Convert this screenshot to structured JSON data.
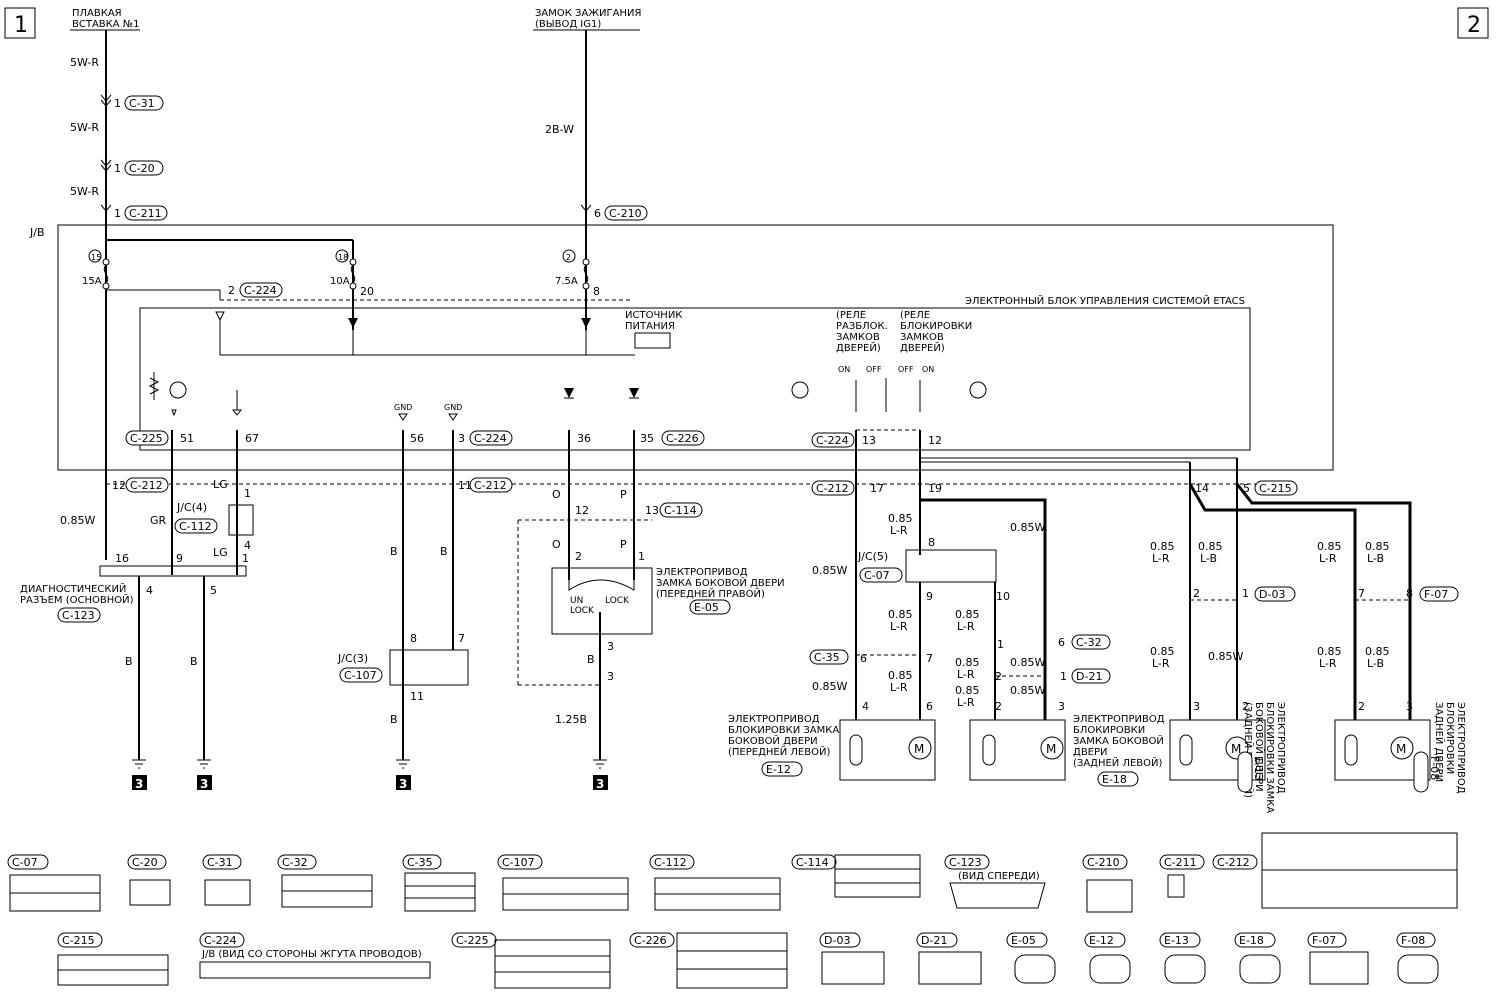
{
  "sheets": {
    "left": "1",
    "right": "2"
  },
  "top": {
    "fuse_link": "ПЛАВКАЯ\nВСТАВКА №1",
    "ignition": "ЗАМОК ЗАЖИГАНИЯ\n(ВЫВОД IG1)"
  },
  "wires": {
    "w5r": "5W-R",
    "w2bw": "2B-W",
    "w085w": "0.85W",
    "gr": "GR",
    "lg": "LG",
    "b": "B",
    "o": "O",
    "p": "P",
    "w125b": "1.25B",
    "w085": "0.85",
    "lr": "L-R",
    "lb": "L-B",
    "w085w2": "0.85W"
  },
  "connectors": {
    "c31": "C-31",
    "c20": "C-20",
    "c211": "C-211",
    "c210": "C-210",
    "c224": "C-224",
    "c225": "C-225",
    "c226": "C-226",
    "c212": "C-212",
    "c112": "C-112",
    "c123": "C-123",
    "c107": "C-107",
    "c114": "C-114",
    "c35": "C-35",
    "c07": "C-07",
    "c32": "C-32",
    "c215": "C-215",
    "d03": "D-03",
    "d21": "D-21",
    "f07": "F-07",
    "e05": "E-05",
    "e12": "E-12",
    "e18": "E-18",
    "e13": "E-13",
    "f08": "F-08"
  },
  "fuses": {
    "f15": "15",
    "f15a": "15A",
    "f18": "18",
    "f10a": "10A",
    "f2": "2",
    "f75a": "7.5A"
  },
  "jb": "J/B",
  "etacs": "ЭЛЕКТРОННЫЙ БЛОК УПРАВЛЕНИЯ СИСТЕМОЙ ETACS",
  "power_source": "ИСТОЧНИК\nПИТАНИЯ",
  "relay_unlock": "(РЕЛЕ\nРАЗБЛОК.\nЗАМКОВ\nДВЕРЕЙ)",
  "relay_lock": "(РЕЛЕ\nБЛОКИРОВКИ\nЗАМКОВ\nДВЕРЕЙ)",
  "on": "ON",
  "off": "OFF",
  "gnd": "GND",
  "jc4": "J/C(4)",
  "jc3": "J/C(3)",
  "jc5": "J/C(5)",
  "diag": "ДИАГНОСТИЧЕСКИЙ\nРАЗЪЕМ (ОСНОВНОЙ)",
  "actuator_fr": "ЭЛЕКТРОПРИВОД\nЗАМКА БОКОВОЙ ДВЕРИ\n(ПЕРЕДНЕЙ ПРАВОЙ)",
  "unlock": "UN\nLOCK",
  "lock": "LOCK",
  "actuator_fl": "ЭЛЕКТРОПРИВОД\nБЛОКИРОВКИ ЗАМКА\nБОКОВОЙ ДВЕРИ\n(ПЕРЕДНЕЙ ЛЕВОЙ)",
  "actuator_rl": "ЭЛЕКТРОПРИВОД\nБЛОКИРОВКИ\nЗАМКА БОКОВОЙ\nДВЕРИ\n(ЗАДНЕЙ ЛЕВОЙ)",
  "actuator_rr": "ЭЛЕКТРОПРИВОД\nБЛОКИРОВКИ ЗАМКА\nБОКОВОЙ ДВЕРИ\n(ЗАДНЕЙ ПРАВОЙ)",
  "actuator_f08": "ЭЛЕКТРОПРИВОД\nБЛОКИРОВКИ\nЗАДНЕЙ ДВЕРИ",
  "ground_ref": "3",
  "front_view": "(ВИД СПЕРЕДИ)",
  "jb_harness": "J/B (ВИД СО СТОРОНЫ ЖГУТА ПРОВОДОВ)",
  "pins": {
    "p1": "1",
    "p2": "2",
    "p3": "3",
    "p4": "4",
    "p5": "5",
    "p6": "6",
    "p7": "7",
    "p8": "8",
    "p9": "9",
    "p10": "10",
    "p11": "11",
    "p12": "12",
    "p13": "13",
    "p14": "14",
    "p16": "16",
    "p17": "17",
    "p19": "19",
    "p20": "20",
    "p35": "35",
    "p36": "36",
    "p51": "51",
    "p56": "56",
    "p67": "67"
  }
}
